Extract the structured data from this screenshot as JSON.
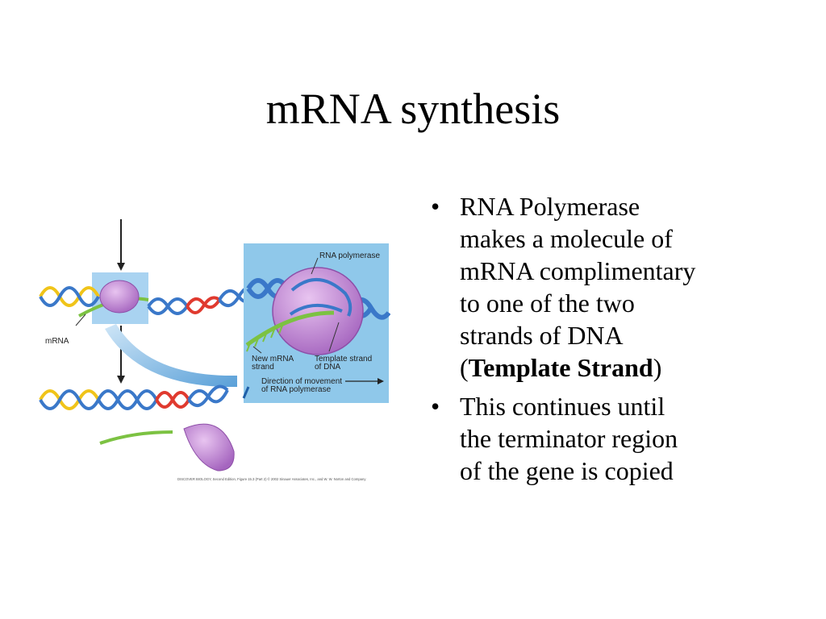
{
  "slide": {
    "title": "mRNA synthesis",
    "bullets": [
      {
        "lines": [
          "RNA Polymerase",
          "makes a molecule of",
          "mRNA complimentary",
          "to one of the two",
          "strands of DNA"
        ],
        "paren_open": "(",
        "bold": "Template Strand",
        "paren_close": ")"
      },
      {
        "lines": [
          "This continues until",
          "the terminator region",
          "of the gene is copied"
        ]
      }
    ]
  },
  "figure": {
    "labels": {
      "mrna": "mRNA",
      "rna_polymerase": "RNA polymerase",
      "new_mrna_1": "New mRNA",
      "new_mrna_2": "strand",
      "template_1": "Template strand",
      "template_2": "of DNA",
      "direction_1": "Direction of movement",
      "direction_2": "of RNA polymerase"
    },
    "credit": "DISCOVER BIOLOGY, Second Edition, Figure 15.3 (Part 2)  © 2002 Sinauer Associates, Inc., and W. W. Norton and Company",
    "colors": {
      "dna_blue": "#3a78c9",
      "dna_yellow": "#f0c419",
      "dna_red": "#e03a2f",
      "mrna_green": "#7cc242",
      "polymerase": "#c78ad6",
      "inset_bg": "#8fc8ea"
    }
  }
}
